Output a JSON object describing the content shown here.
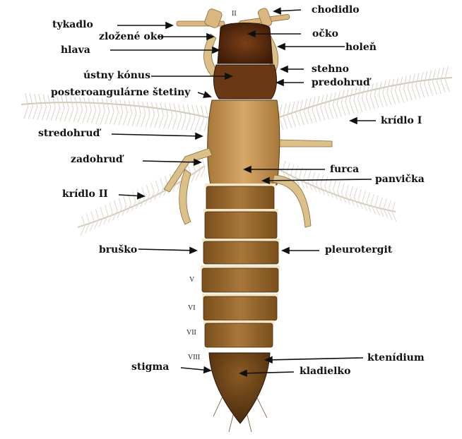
{
  "labels": {
    "tykadlo": "tykadlo",
    "zlozene_oko": "zložené oko",
    "hlava": "hlava",
    "ustny_konus": "ústny kónus",
    "posteroangularne_stetiny": "posteroangulárne štetiny",
    "stredohrud": "stredohruď",
    "zadohrud": "zadohruď",
    "kridlo_ii": "krídlo II",
    "brusko": "bruško",
    "stigma": "stigma",
    "chodidlo": "chodidlo",
    "ocko": "očko",
    "holen": "holeň",
    "stehno": "stehno",
    "predohrud": "predohruď",
    "kridlo_i": "krídlo I",
    "furca": "furca",
    "panvicka": "panvička",
    "pleurotergit": "pleurotergit",
    "ktenidium": "ktenídium",
    "kladielko": "kladielko"
  },
  "segments": {
    "ii": "II",
    "v": "V",
    "vi": "VI",
    "vii": "VII",
    "viii": "VIII"
  },
  "colors": {
    "segment_dark": "#9a6a2a",
    "segment_light": "#f3e6c7",
    "head": "#5a2e12",
    "thorax": "#c08a44",
    "wing_fringe": "#d9d5c8",
    "leg": "#d4b27a"
  }
}
